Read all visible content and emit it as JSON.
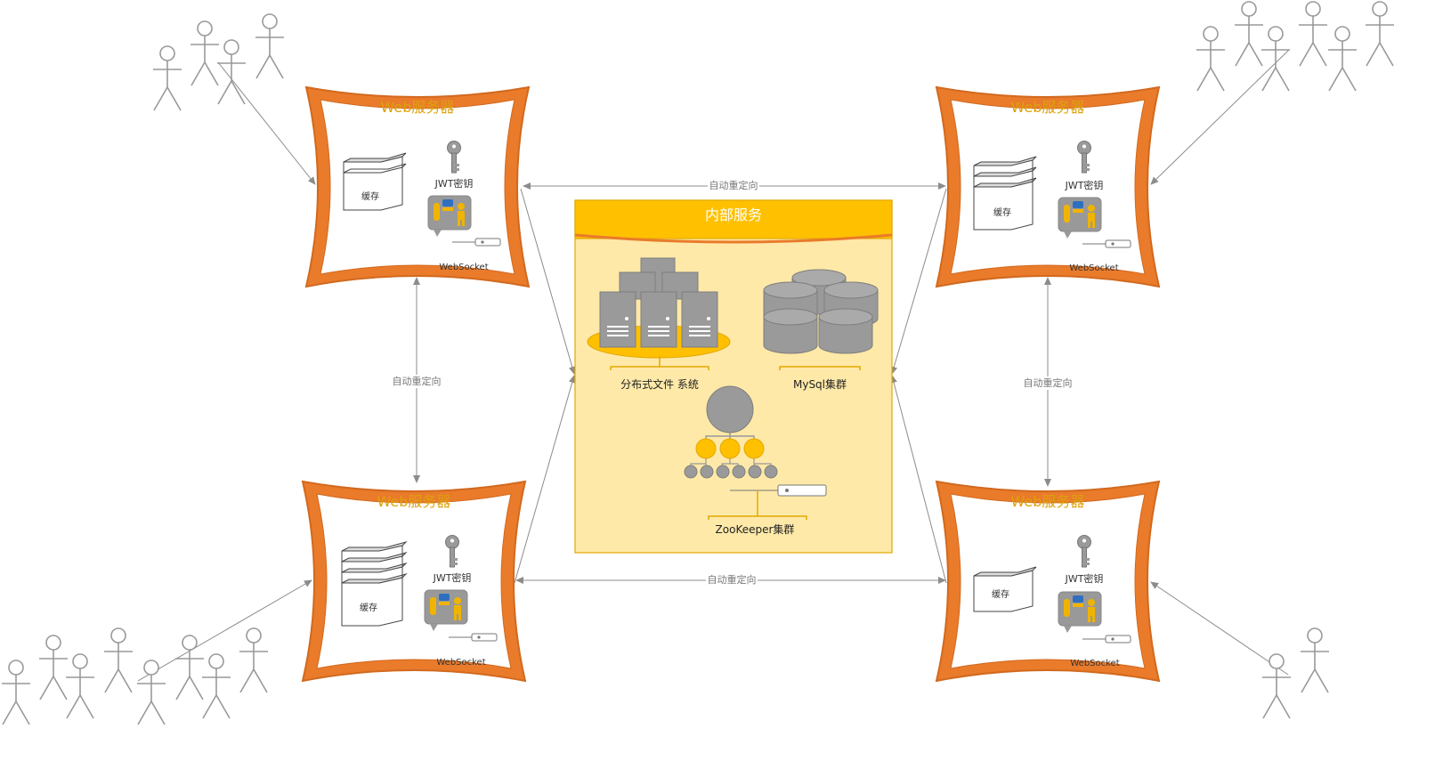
{
  "servers": {
    "tl": {
      "title": "Web服务器",
      "cache_label": "缓存",
      "key_label": "JWT密钥",
      "socket_label": "WebSocket"
    },
    "tr": {
      "title": "Web服务器",
      "cache_label": "缓存",
      "key_label": "JWT密钥",
      "socket_label": "WebSocket"
    },
    "bl": {
      "title": "Web服务器",
      "cache_label": "缓存",
      "key_label": "JWT密钥",
      "socket_label": "WebSocket"
    },
    "br": {
      "title": "Web服务器",
      "cache_label": "缓存",
      "key_label": "JWT密钥",
      "socket_label": "WebSocket"
    }
  },
  "internal": {
    "title": "内部服务",
    "dfs_label": "分布式文件 系统",
    "mysql_label": "MySql集群",
    "zookeeper_label": "ZooKeeper集群"
  },
  "edges": {
    "top": "自动重定向",
    "bottom": "自动重定向",
    "left": "自动重定向",
    "right": "自动重定向"
  },
  "colors": {
    "server_frame": "#E97B2B",
    "server_frame_stroke": "#D2691E",
    "title_gold": "#DDA10C",
    "internal_header": "#FFC000",
    "internal_body": "#FFE9A8",
    "icon_gray": "#999999",
    "user_gray": "#999999"
  }
}
